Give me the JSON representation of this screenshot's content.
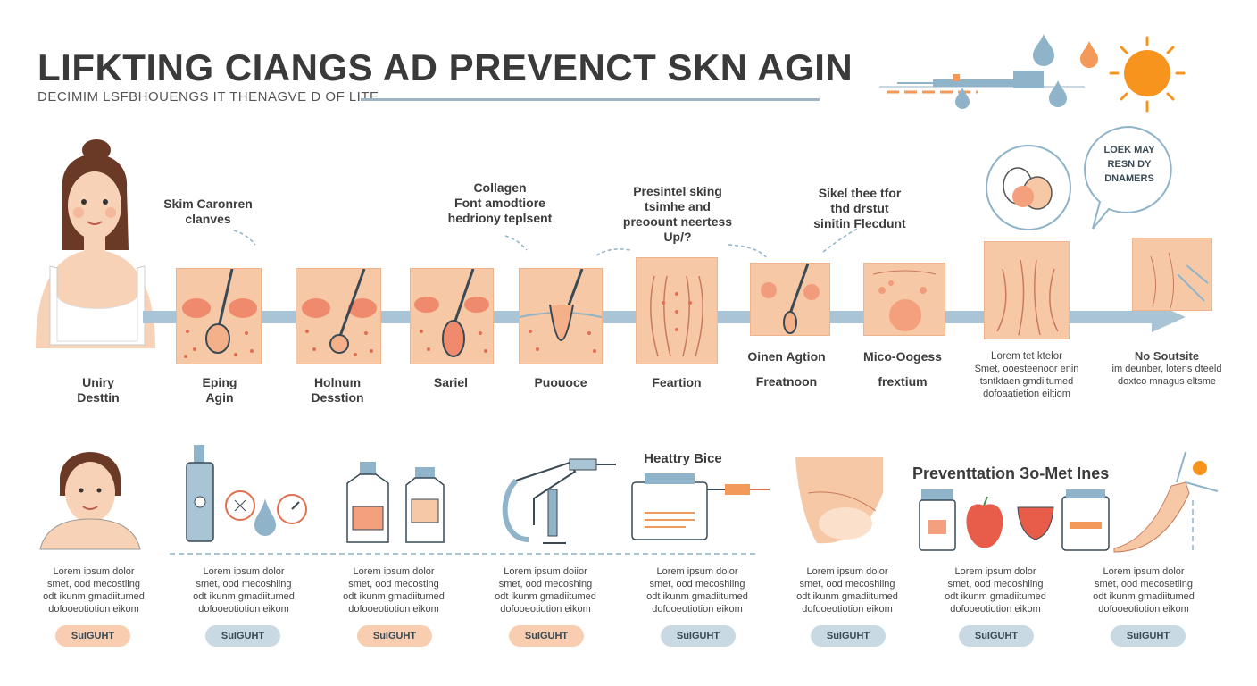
{
  "header": {
    "title": "LIFKTING CIANGS AD PREVENCT SKN AGIN",
    "subtitle": "DECIMIM LSFBHOUENGS IT THENAGVE D OF LITE"
  },
  "speech_bubble": {
    "lines": [
      "LOEK MAY",
      "RESN DY",
      "DNAMERS"
    ]
  },
  "callouts": [
    {
      "lines": [
        "Skim Caronren",
        "clanves"
      ]
    },
    {
      "lines": [
        "Collagen",
        "Font amodtiore",
        "hedriony teplsent"
      ]
    },
    {
      "lines": [
        "Presintel sking",
        "tsimhe and",
        "preoount neertess",
        "Up/?"
      ]
    },
    {
      "lines": [
        "Sikel thee tfor",
        "thd drstut",
        "sinitin Flecdunt"
      ]
    }
  ],
  "stages": [
    {
      "lines": [
        "Uniry",
        "Desttin"
      ]
    },
    {
      "lines": [
        "Eping",
        "Agin"
      ]
    },
    {
      "lines": [
        "Holnum",
        "Desstion"
      ]
    },
    {
      "lines": [
        "Sariel"
      ]
    },
    {
      "lines": [
        "Puouoce"
      ]
    },
    {
      "lines": [
        "Feartion"
      ]
    },
    {
      "lines": [
        "Oinen Agtion",
        "",
        "Freatnoon"
      ]
    },
    {
      "lines": [
        "Mico-Oogess",
        "",
        "frextium"
      ]
    }
  ],
  "stage_descriptions": [
    {
      "lines": [
        "Lorem tet ktelor",
        "Smet, ooesteenoor enin",
        "tsntktaen gmdiltumed",
        "dofoaatietion eiltiom"
      ]
    },
    {
      "lines": [
        "No Soutsite",
        "im deunber, lotens dteeld",
        "doxtco mnagus eltsme"
      ]
    }
  ],
  "bottom_section": {
    "headings": {
      "treatment": "Heattry Bice",
      "prevention": "Preventtation Зo-Met Ines"
    },
    "columns": [
      {
        "text": [
          "Lorem ipsum dolor",
          "smet, ood mecostiing",
          "odt ikunm gmadiitumed",
          "dofooeotiotion eikom"
        ],
        "button": "SuIGUHT",
        "button_color": "orange"
      },
      {
        "text": [
          "Lorem ipsum dolor",
          "smet, ood mecoshiing",
          "odt ikunm gmadiitumed",
          "dofooeotiotion eikom"
        ],
        "button": "SuIGUHT",
        "button_color": "blue"
      },
      {
        "text": [
          "Lorem ipsum dolor",
          "smet, ood mecosting",
          "odt ikunm gmadiitumed",
          "dofooeotiotion eikom"
        ],
        "button": "SuIGUHT",
        "button_color": "orange"
      },
      {
        "text": [
          "Lorem ipsum doiior",
          "smet, ood mecoshing",
          "odt ikunm gmadiitumed",
          "dofooeotiotion eikom"
        ],
        "button": "SuIGUHT",
        "button_color": "orange"
      },
      {
        "text": [
          "Lorem ipsum dolor",
          "smet, ood mecoshiing",
          "odt ikunm gmadiitumed",
          "dofooeotiotion eikom"
        ],
        "button": "SuIGUHT",
        "button_color": "blue"
      },
      {
        "text": [
          "Lorem ipsum dolor",
          "smet, ood mecoshiing",
          "odt ikunm gmadiitumed",
          "dofooeotiotion eikom"
        ],
        "button": "SuIGUHT",
        "button_color": "blue"
      },
      {
        "text": [
          "Lorem ipsum dolor",
          "smet, ood mecoshiing",
          "odt ikunm gmadiitumed",
          "dofooeotiotion eikom"
        ],
        "button": "SuIGUHT",
        "button_color": "blue"
      },
      {
        "text": [
          "Lorem ipsum dolor",
          "smet, ood mecosetiing",
          "odt ikunm gmadiitumed",
          "dofooeotiotion eikom"
        ],
        "button": "SuIGUHT",
        "button_color": "blue"
      }
    ]
  },
  "colors": {
    "skin": "#f6c8a6",
    "accent_orange": "#f39a5a",
    "accent_blue": "#8fb3c9",
    "timeline_bar": "#a9c4d4",
    "sun": "#f7941d"
  },
  "icons": [
    "water-drop-icon",
    "sun-icon",
    "microneedle-icon",
    "hair-follicle-icon",
    "serum-bottle-icon",
    "skincare-jar-icon",
    "laser-device-icon",
    "apple-icon",
    "tomato-icon",
    "supplement-jar-icon",
    "flexed-arm-icon"
  ]
}
